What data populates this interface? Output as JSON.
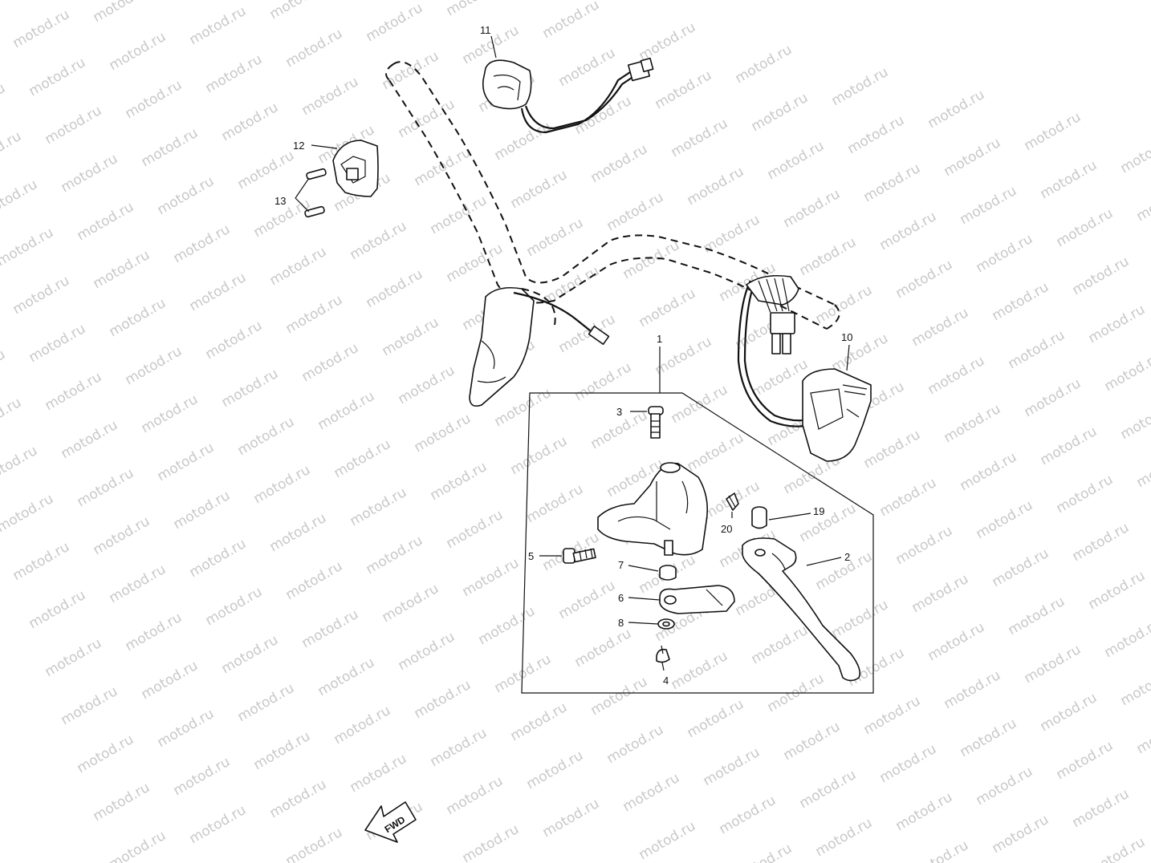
{
  "watermark": {
    "text": "motod.ru"
  },
  "labels": {
    "p1": "1",
    "p2": "2",
    "p3": "3",
    "p4": "4",
    "p5": "5",
    "p6": "6",
    "p7": "7",
    "p8": "8",
    "p10": "10",
    "p11": "11",
    "p12": "12",
    "p13": "13",
    "p19": "19",
    "p20": "20"
  },
  "fwd_arrow": {
    "text": "FWD"
  }
}
